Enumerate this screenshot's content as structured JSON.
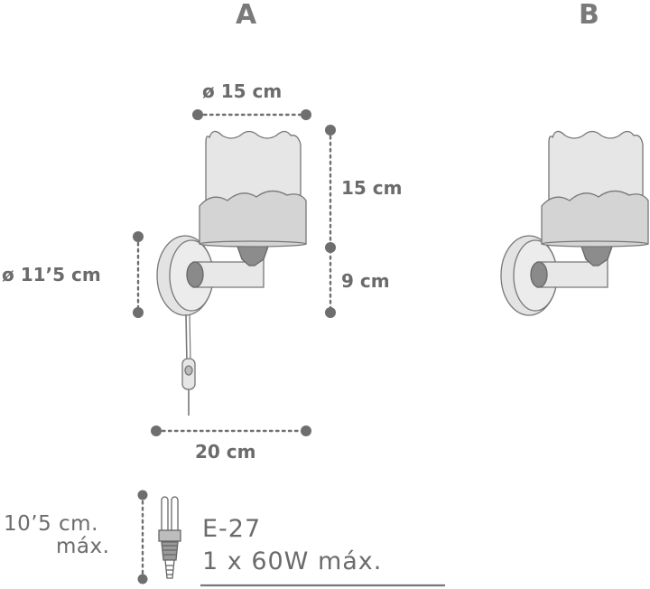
{
  "variants": {
    "a": "A",
    "b": "B"
  },
  "dimensions": {
    "shade_diameter": "ø 15 cm",
    "shade_height": "15 cm",
    "arm_height": "9 cm",
    "base_diameter": "ø 11’5 cm",
    "projection": "20 cm"
  },
  "bulb": {
    "max_length_line1": "10’5 cm.",
    "max_length_line2": "máx.",
    "socket": "E-27",
    "power": "1 x 60W máx."
  },
  "colors": {
    "shade_fill": "#e6e6e6",
    "scallop_fill": "#d4d4d4",
    "line": "#777777",
    "dots": "#6e6e6e"
  }
}
